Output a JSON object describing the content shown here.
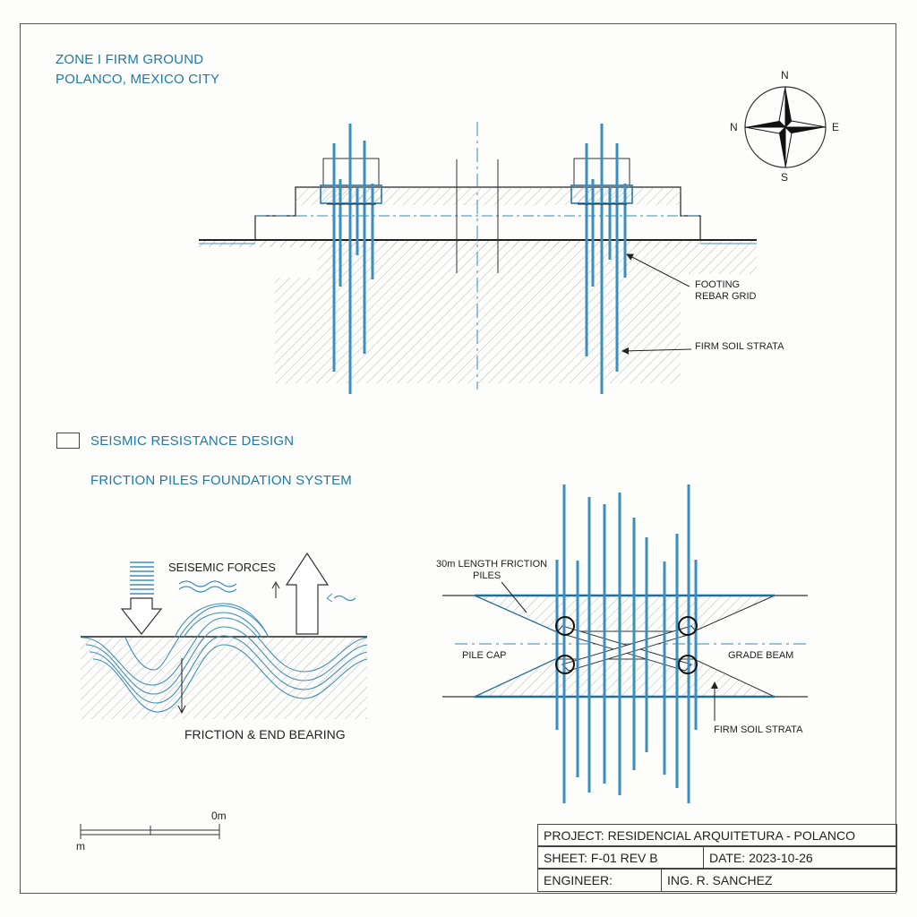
{
  "header": {
    "zone_line": "ZONE I FIRM GROUND",
    "location_line": "POLANCO, MEXICO CITY"
  },
  "compass": {
    "north": "N",
    "west": "N",
    "east": "E",
    "south": "S"
  },
  "top_section": {
    "footing_label_1": "FOOTING",
    "footing_label_2": "REBAR GRID",
    "soil_label": "FIRM SOIL STRATA"
  },
  "legend": {
    "seismic_title": "SEISMIC RESISTANCE DESIGN",
    "system_title": "FRICTION PILES FOUNDATION SYSTEM"
  },
  "seismic_diagram": {
    "forces_label": "SEISEMIC FORCES",
    "bearing_label": "FRICTION & END BEARING"
  },
  "pile_diagram": {
    "piles_label_1": "30m LENGTH FRICTION",
    "piles_label_2": "PILES",
    "pile_cap_label": "PILE CAP",
    "grade_beam_label": "GRADE BEAM",
    "soil_label": "FIRM SOIL STRATA"
  },
  "scale_bar": {
    "zero_label": "0m",
    "unit_label": "m"
  },
  "title_block": {
    "project": "PROJECT: RESIDENCIAL ARQUITETURA - POLANCO",
    "sheet": "SHEET: F-01 REV B",
    "date": "DATE: 2023-10-26",
    "engineer_label": "ENGINEER:",
    "engineer_name": "ING. R. SANCHEZ"
  },
  "colors": {
    "accent": "#1f7aa3",
    "ink": "#222222",
    "hatch": "#9a9a9a"
  }
}
